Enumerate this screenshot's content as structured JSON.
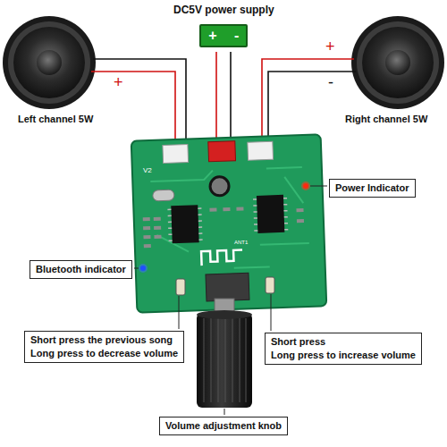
{
  "diagram": {
    "title": "DC5V power supply",
    "nodes": [
      {
        "text": [
          "DC5V power supply",
          "+",
          "-"
        ]
      },
      {
        "text": [
          "Power Indicator"
        ]
      },
      {
        "text": [
          "Bluetooth indicator"
        ]
      },
      {
        "text": [
          "Short press the previous song",
          "Long press to decrease volume"
        ]
      },
      {
        "text": [
          "Short press",
          "Long press to increase volume"
        ]
      },
      {
        "text": [
          "Volume adjustment knob"
        ]
      }
    ],
    "labels": [
      "+",
      "Left channel 5W",
      "+",
      "-",
      "Right channel 5W",
      "V2",
      "ANT1"
    ]
  }
}
